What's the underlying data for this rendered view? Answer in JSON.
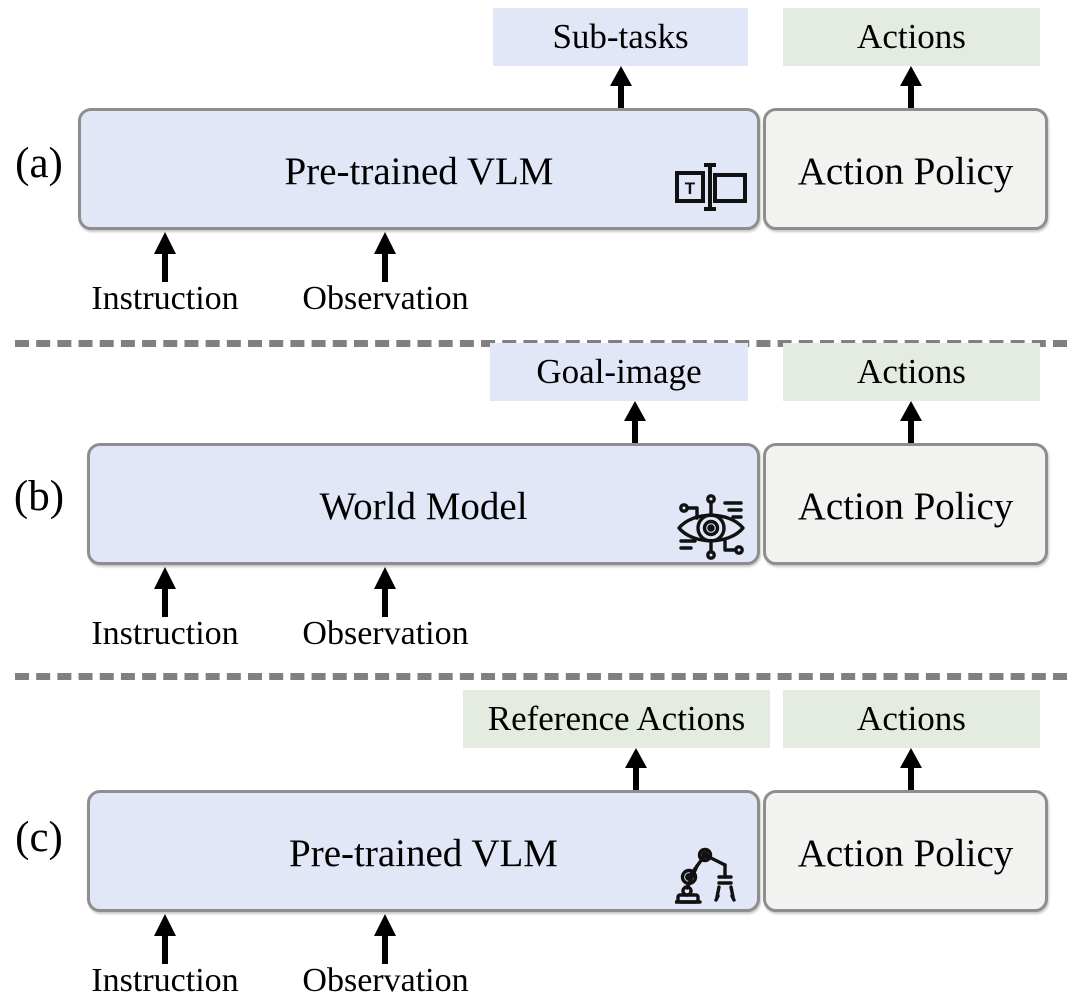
{
  "figure": {
    "type": "architecture-comparison-diagram",
    "panel_count": 3,
    "colors": {
      "model_block_fill": "#e2e7f7",
      "policy_block_fill": "#f2f2f0",
      "block_border": "#8e8e8e",
      "chip_blue": "#e2e7f7",
      "chip_green": "#e4ece1",
      "separator": "#808080",
      "text": "#000000"
    }
  },
  "panels": [
    {
      "index_label": "(a)",
      "model_block": {
        "label": "Pre-trained VLM",
        "icon": "text-cursor-icon"
      },
      "policy_block": {
        "label": "Action Policy"
      },
      "model_output_chip": {
        "label": "Sub-tasks",
        "color": "#e2e7f7"
      },
      "policy_output_chip": {
        "label": "Actions",
        "color": "#e4ece1"
      },
      "inputs": [
        {
          "label": "Instruction"
        },
        {
          "label": "Observation"
        }
      ]
    },
    {
      "index_label": "(b)",
      "model_block": {
        "label": "World Model",
        "icon": "cyber-eye-icon"
      },
      "policy_block": {
        "label": "Action Policy"
      },
      "model_output_chip": {
        "label": "Goal-image",
        "color": "#e2e7f7"
      },
      "policy_output_chip": {
        "label": "Actions",
        "color": "#e4ece1"
      },
      "inputs": [
        {
          "label": "Instruction"
        },
        {
          "label": "Observation"
        }
      ]
    },
    {
      "index_label": "(c)",
      "model_block": {
        "label": "Pre-trained VLM",
        "icon": "robot-arm-icon"
      },
      "policy_block": {
        "label": "Action Policy"
      },
      "model_output_chip": {
        "label": "Reference Actions",
        "color": "#e4ece1"
      },
      "policy_output_chip": {
        "label": "Actions",
        "color": "#e4ece1"
      },
      "inputs": [
        {
          "label": "Instruction"
        },
        {
          "label": "Observation"
        }
      ]
    }
  ]
}
